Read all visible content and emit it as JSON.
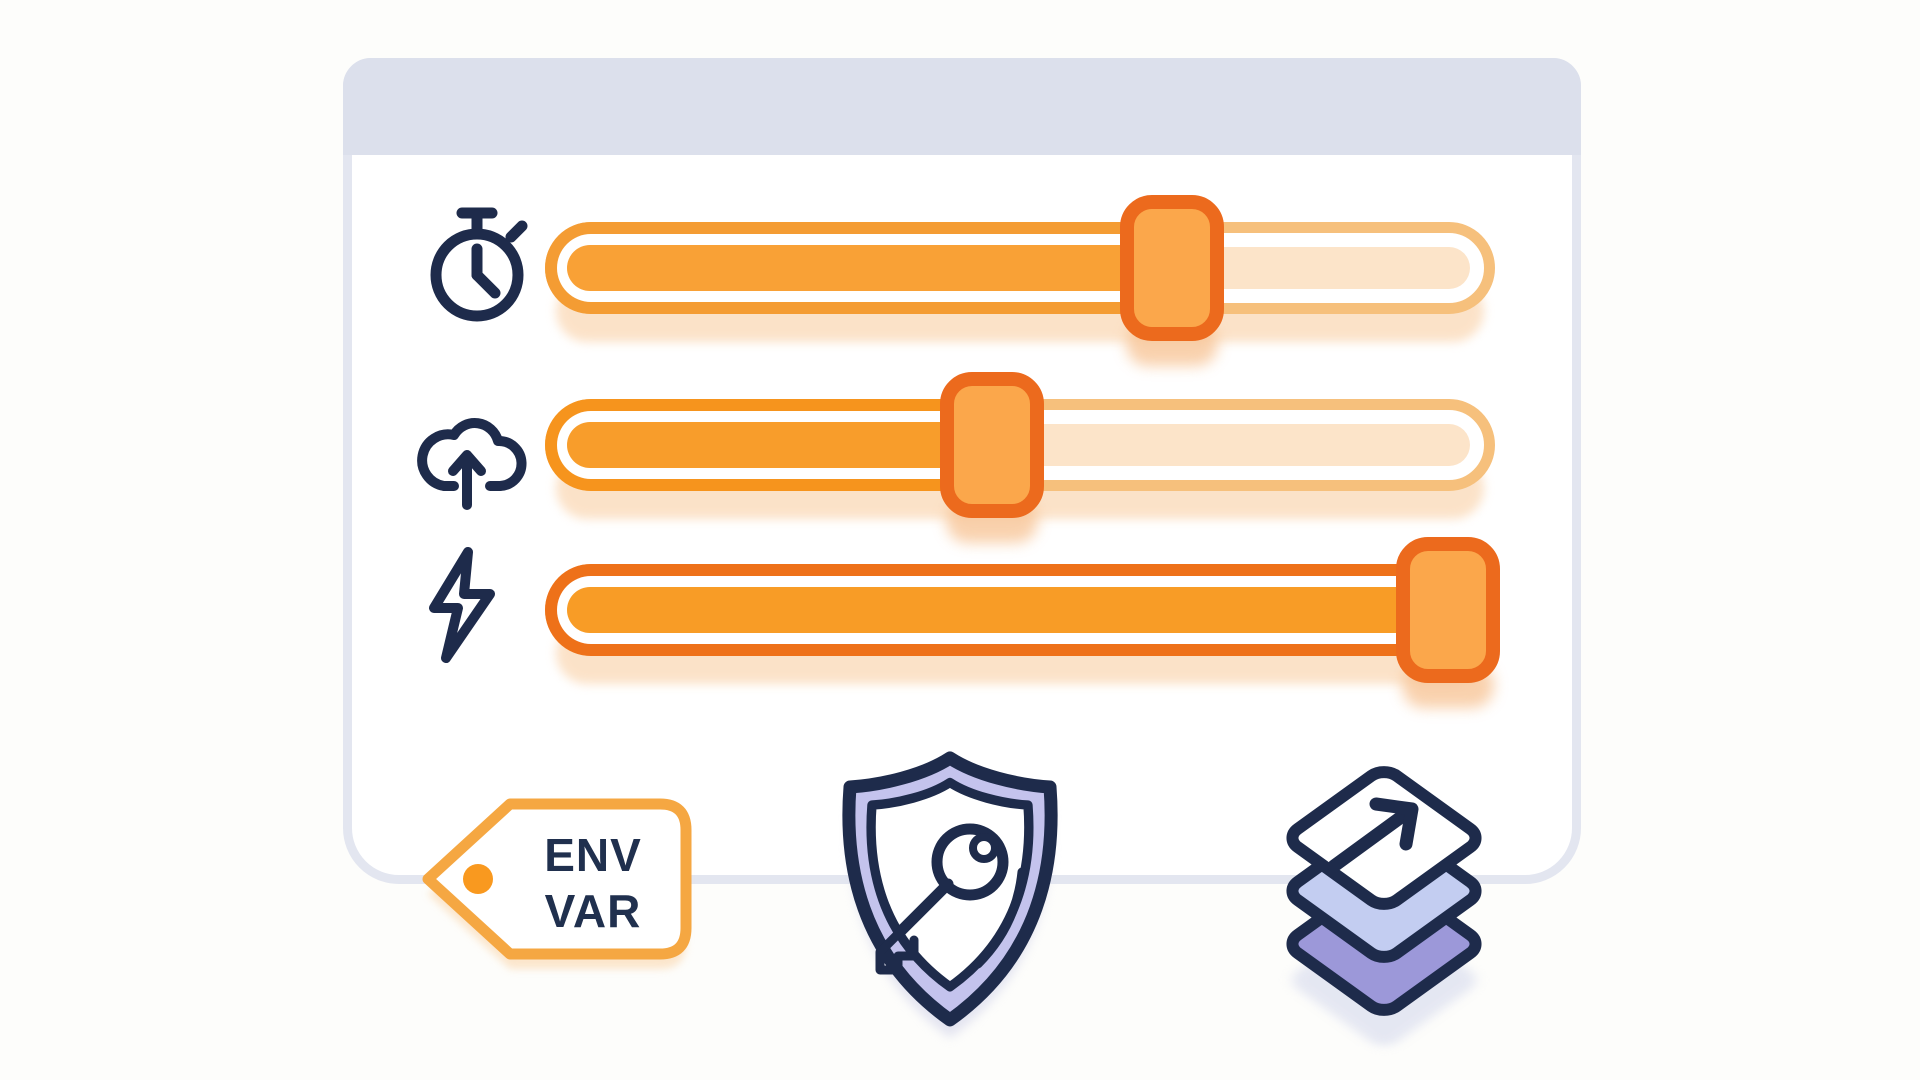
{
  "panel": {
    "kind": "settings-card"
  },
  "sliders": [
    {
      "label": "duration",
      "icon": "stopwatch-icon",
      "value_pct": 66,
      "track_border": "#F49C33",
      "fill": "#F9A136"
    },
    {
      "label": "cloud-upload",
      "icon": "cloud-upload-icon",
      "value_pct": 47,
      "track_border": "#F6941D",
      "fill": "#F89D2B"
    },
    {
      "label": "power",
      "icon": "lightning-bolt-icon",
      "value_pct": 95,
      "track_border": "#EE7119",
      "fill": "#F89C26"
    }
  ],
  "tag": {
    "line1": "ENV",
    "line2": "VAR"
  },
  "footer_icons": [
    "env-var-tag",
    "shield-key-icon",
    "layers-export-icon"
  ],
  "colors": {
    "background": "#FDFDFB",
    "panel_border": "#E3E6F0",
    "header": "#DCE0EC",
    "orange_pale": "#FCE4C9",
    "handle_border": "#EC6A1D",
    "handle_fill": "#FBA74B",
    "navy": "#20304E",
    "tag_border": "#F5A742",
    "tag_dot": "#F9991F",
    "lavender": "#C4C3ED",
    "lavender_light": "#C3CDF1",
    "lavender_deep": "#9C98D9"
  }
}
